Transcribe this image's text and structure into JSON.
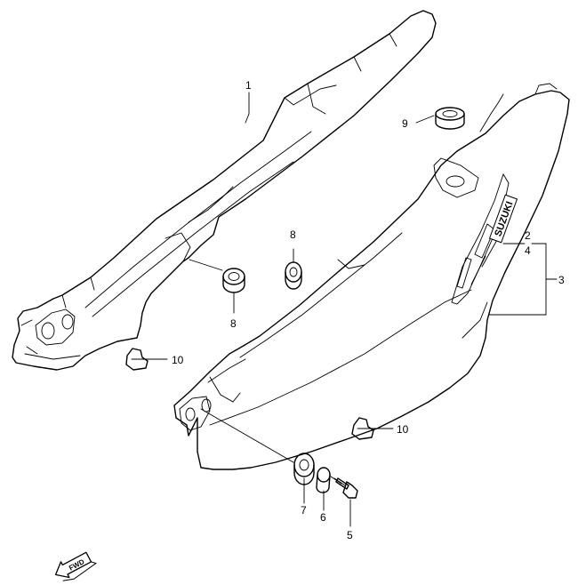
{
  "callouts": {
    "p1": "1",
    "p2": "2",
    "p3": "3",
    "p4": "4",
    "p5": "5",
    "p6": "6",
    "p7": "7",
    "p8a": "8",
    "p8b": "8",
    "p9": "9",
    "p10a": "10",
    "p10b": "10"
  },
  "emblem": {
    "brand": "SUZUKI",
    "direction": "FWD"
  }
}
